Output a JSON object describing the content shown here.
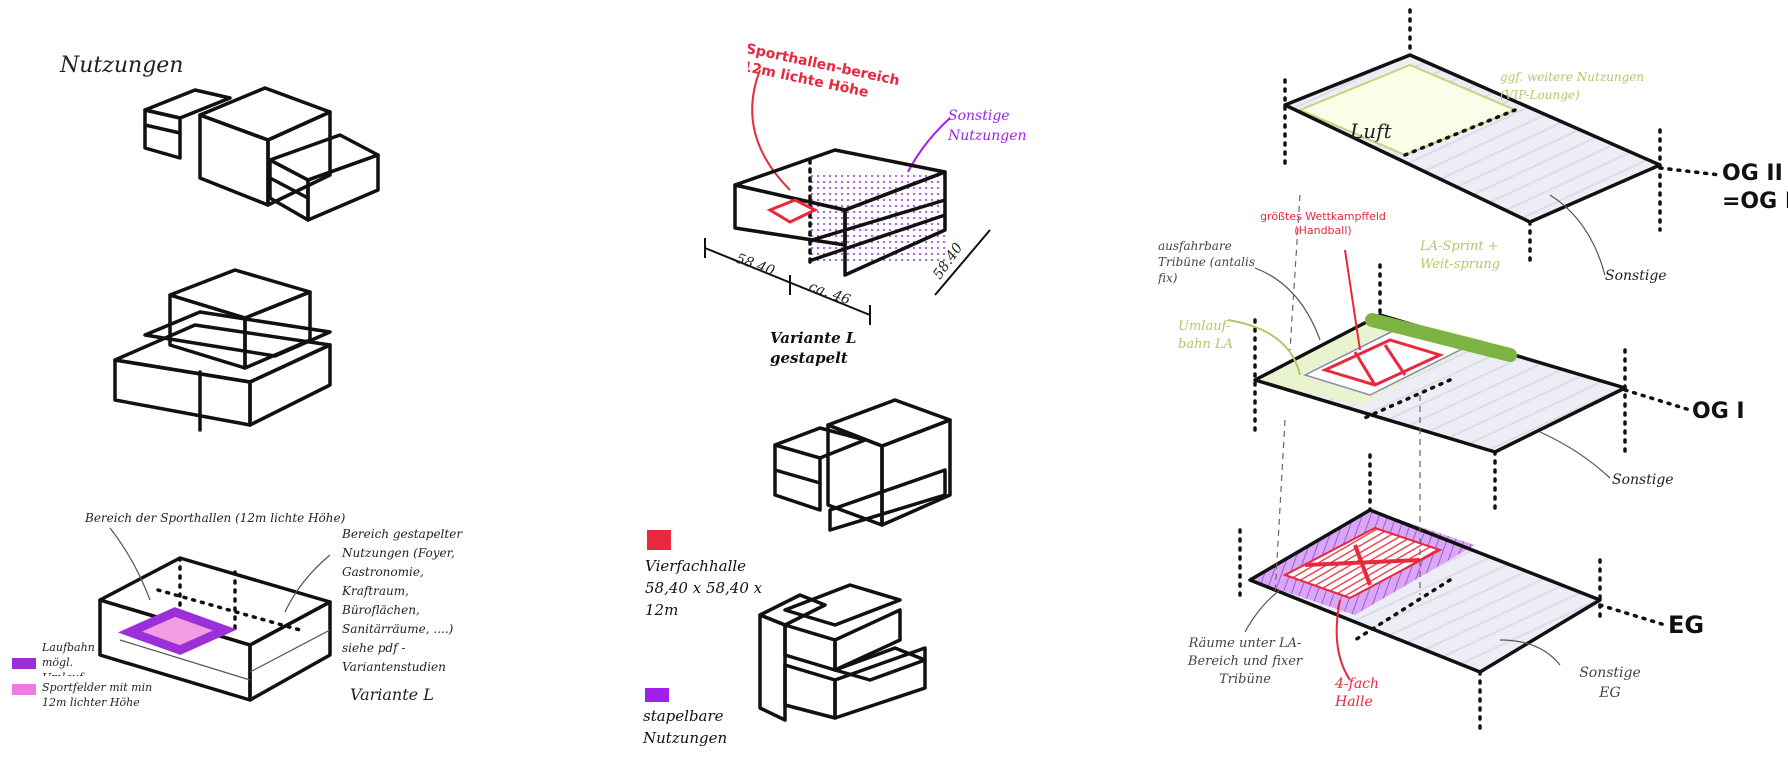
{
  "colors": {
    "sport_hall": "#e8283c",
    "stacked_uses": "#a855e0",
    "running_track": "#9b30d9",
    "sport_fields": "#f07adf",
    "green_track": "#7cb342",
    "pale_green": "#e9f3cf",
    "pale_grey": "#e9e9f3",
    "annotation_red": "#e8283c",
    "annotation_purple": "#a020f0",
    "annotation_green": "#b9c46a"
  },
  "left": {
    "title": "Nutzungen",
    "callout_sport": "Bereich der Sporthallen (12m lichte Höhe)",
    "callout_stacked": "Bereich gestapelter Nutzungen (Foyer, Gastronomie, Kraftraum, Büroflächen, Sanitärräume, ....) siehe pdf - Variantenstudien",
    "variant": "Variante L",
    "legend": [
      {
        "swatch": "running_track",
        "label": "Laufbahn mögl. Umlauf"
      },
      {
        "swatch": "sport_fields",
        "label": "Sportfelder mit min 12m lichter Höhe"
      }
    ]
  },
  "middle": {
    "label_sport": "Sporthallen-bereich 12m lichte Höhe",
    "label_other": "Sonstige Nutzungen",
    "dim_width": "58.40",
    "dim_length": "ca. 46",
    "dim_depth": "58.40",
    "variant_title": "Variante L gestapelt",
    "legend": [
      {
        "swatch": "sport_hall",
        "label": "Vierfachhalle 58,40 x 58,40 x 12m"
      },
      {
        "swatch": "stacked_uses",
        "label": "stapelbare Nutzungen"
      }
    ]
  },
  "right": {
    "top_air": "Luft",
    "top_note": "ggf. weitere Nutzungen (VIP-Lounge)",
    "og2_label": "OG II",
    "og3_label": "=OG III",
    "sonstige_top": "Sonstige",
    "wettkampf": "größtes Wettkampffeld (Handball)",
    "tribune": "ausfahrbare Tribüne (antalis fix)",
    "la_sprint": "LA-Sprint + Weit-sprung",
    "umlauf": "Umlauf-bahn LA",
    "og1_label": "OG I",
    "sonstige_mid": "Sonstige",
    "eg_label": "EG",
    "raeume": "Räume unter LA-Bereich und fixer Tribüne",
    "halle4": "4-fach Halle",
    "sonstige_eg": "Sonstige EG"
  }
}
